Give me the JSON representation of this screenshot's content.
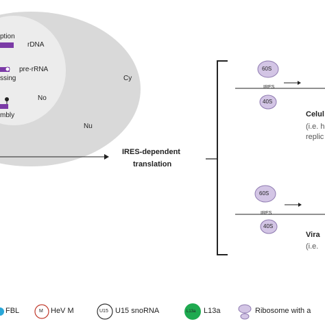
{
  "cell": {
    "labels": {
      "transcription_frag": "ption",
      "rdna": "rDNA",
      "pre_rrna": "pre-rRNA",
      "processing_frag": "ssing",
      "assembly_frag": "mbly",
      "nucleolus": "No",
      "nucleus": "Nu",
      "cytoplasm": "Cy"
    }
  },
  "center": {
    "line1": "IRES-dependent",
    "line2": "translation"
  },
  "top_branch": {
    "ribosome_60s": "60S",
    "ribosome_40s": "40S",
    "ires": "IRES",
    "title_frag": "Celul",
    "sub1_frag": "(i.e. h",
    "sub2_frag": "replic"
  },
  "bottom_branch": {
    "ribosome_60s": "60S",
    "ribosome_40s": "40S",
    "ires": "IRES",
    "title_frag": "Vira",
    "sub1_frag": "(i.e."
  },
  "legend": {
    "fbl": "FBL",
    "hevm_symbol": "M",
    "hevm": "HeV M",
    "u15_symbol": "U15",
    "u15": "U15 snoRNA",
    "l13a_symbol": "L13a",
    "l13a": "L13a",
    "ribosome": "Ribosome with a"
  },
  "colors": {
    "cytoplasm_fill": "#d9d9d9",
    "nucleus_fill": "#ececec",
    "rdna_purple": "#7b3aa6",
    "ribosome_fill": "#d3c5e5",
    "ribosome_stroke": "#8e7ab0",
    "hevm_red": "#c0392b",
    "l13a_green": "#1faa50",
    "fbl_blue": "#2aa7d8"
  }
}
